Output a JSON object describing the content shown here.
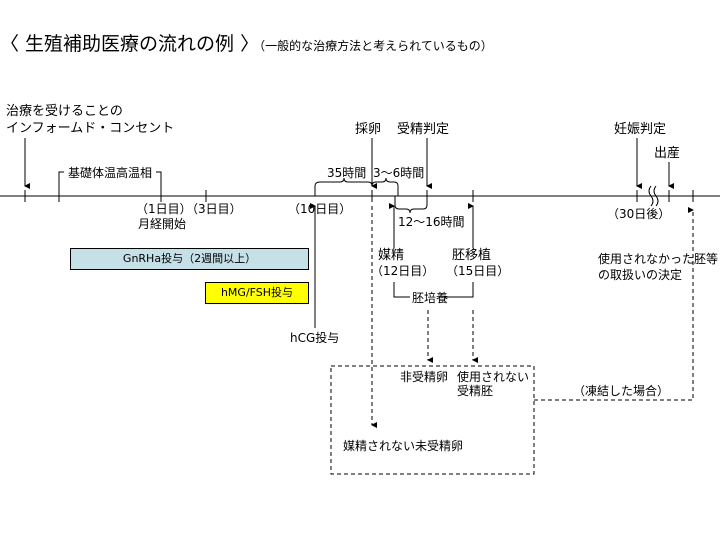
{
  "title": {
    "main": "〈 生殖補助医療の流れの例 〉",
    "sub": "（一般的な治療方法と考えられているもの）"
  },
  "timeline": {
    "informed_consent": "治療を受けることの",
    "informed_consent2": "インフォームド・コンセント",
    "bbt_high": "基礎体温高温相",
    "day1": "（1日目）",
    "day1_note": "月経開始",
    "day3": "（3日目）",
    "day10": "（10日目）",
    "egg_retrieval": "採卵",
    "fert_check": "受精判定",
    "h35": "35時間",
    "h3_6": "3～6時間",
    "h12_16": "12～16時間",
    "insemination": "媒精",
    "day12": "（12日目）",
    "embryo_transfer": "胚移植",
    "day15": "（15日目）",
    "embryo_culture": "胚培養",
    "pregnancy_check": "妊娠判定",
    "birth": "出産",
    "day30": "（30日後）",
    "decision1": "使用されなかった胚等",
    "decision2": "の取扱いの決定"
  },
  "bars": {
    "gnrha": {
      "label": "GnRHa投与（2週間以上）",
      "color": "#c5e0e6"
    },
    "hmg": {
      "label": "hMG/FSH投与",
      "color": "#ffff00"
    }
  },
  "hcg": "hCG投与",
  "box": {
    "unfertilized": "非受精卵",
    "unused1": "使用されない",
    "unused2": "受精胚",
    "not_inseminated": "媒精されない未受精卵",
    "frozen": "（凍結した場合）"
  }
}
